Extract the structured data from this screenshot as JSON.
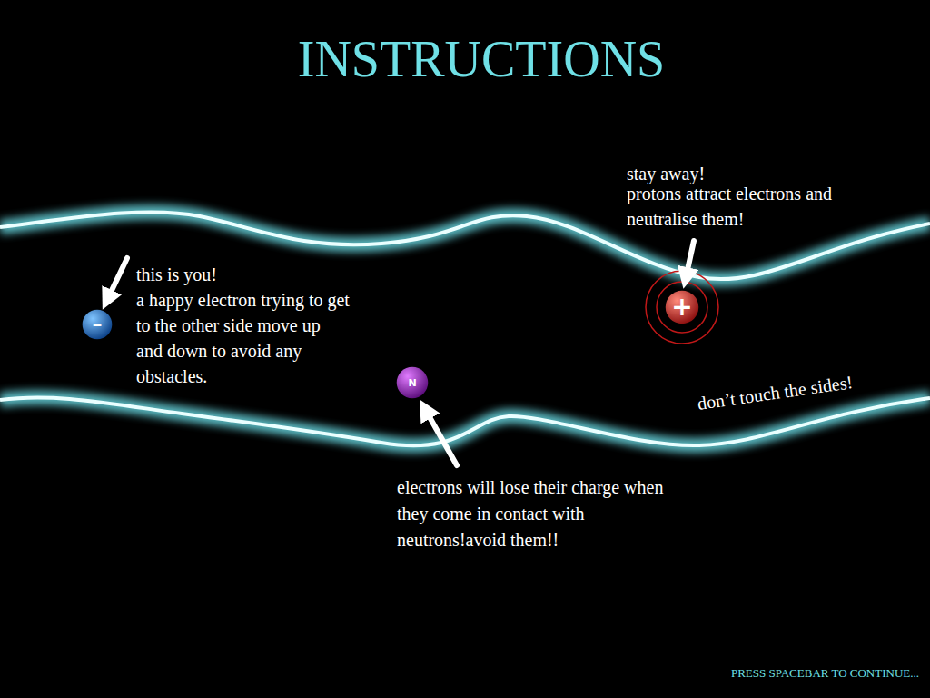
{
  "diagram": {
    "title": "INSTRUCTIONS",
    "nodes": [
      {
        "text": [
          "–"
        ]
      },
      {
        "text": [
          "+"
        ]
      },
      {
        "text": [
          "N"
        ]
      }
    ],
    "labels": [
      "this is you!",
      "a happy electron trying to get to the other side move up and down to avoid any obstacles.",
      "stay away!",
      "protons attract electrons and neutralise them!",
      "electrons will lose their charge when they come in contact with neutrons!avoid them!!",
      "don’t touch the sides!",
      "PRESS SPACEBAR TO CONTINUE..."
    ]
  }
}
